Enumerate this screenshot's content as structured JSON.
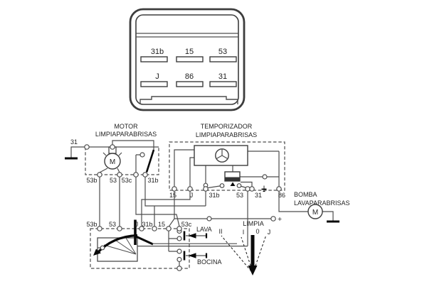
{
  "relay_connector": {
    "row1": [
      "31b",
      "15",
      "53"
    ],
    "row2": [
      "J",
      "86",
      "31"
    ]
  },
  "sections": {
    "motor_title_line1": "MOTOR",
    "motor_title_line2": "LIMPIAPARABRISAS",
    "timer_title_line1": "TEMPORIZADOR",
    "timer_title_line2": "LIMPIAPARABRISAS",
    "pump_title_line1": "BOMBA",
    "pump_title_line2": "LAVAPARABRISAS"
  },
  "labels": {
    "supply_terminal": "31",
    "plus": "+",
    "lava": "LAVA",
    "bocina": "BOCINA",
    "limpia": "LIMPIA",
    "motor_letter": "M",
    "pump_letter": "M"
  },
  "motor_terminals": [
    "53b",
    "53",
    "53c",
    "31b"
  ],
  "timer_terminals": [
    "15",
    "J",
    "31b",
    "53",
    "31",
    "86"
  ],
  "switch_terminals": [
    "53b",
    "53",
    "J",
    "31b",
    "15",
    "53c"
  ],
  "limpia_positions": [
    "II",
    "I",
    "0",
    "J"
  ],
  "colors": {
    "line": "#4d4d4d",
    "ink": "#1f1f1f",
    "black": "#0a0a0a",
    "background": "#ffffff"
  }
}
